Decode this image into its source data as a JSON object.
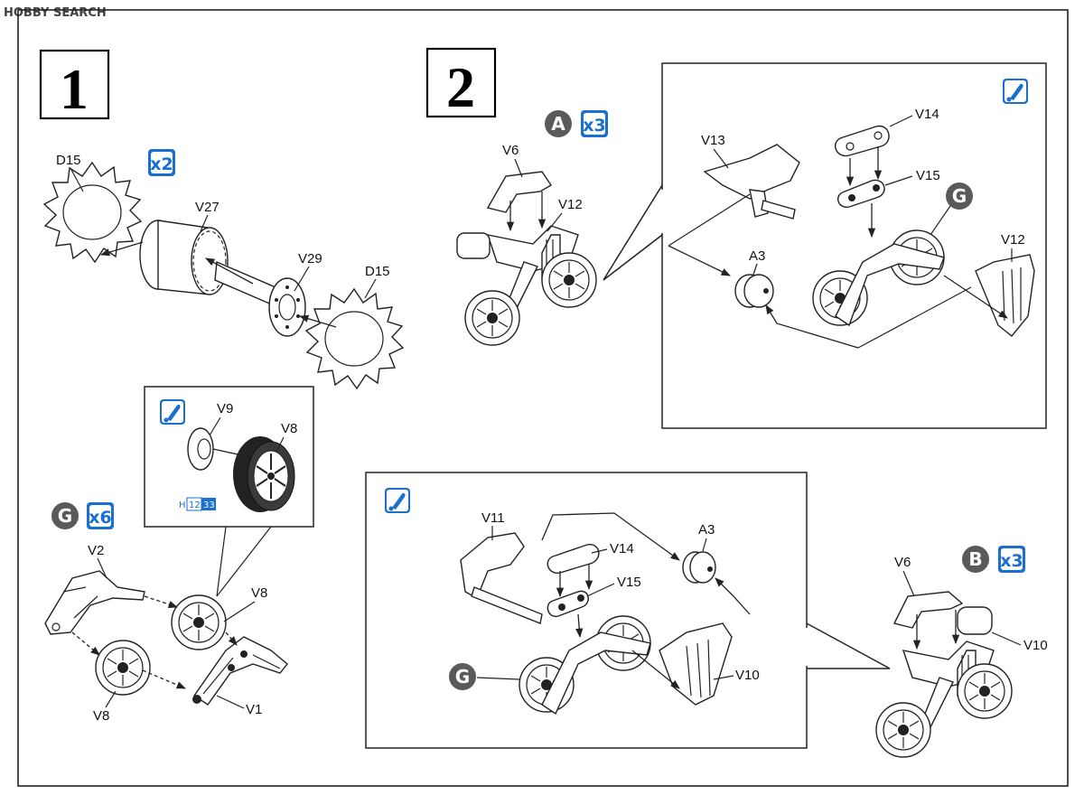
{
  "watermark": "HOBBY SEARCH",
  "colors": {
    "accent": "#1a6fd1",
    "marker": "#5a5a5a",
    "ink": "#222222"
  },
  "step1": {
    "number": "1",
    "sprocket_multiplier": "x2",
    "labels": {
      "d15_a": "D15",
      "v27": "V27",
      "v29": "V29",
      "d15_b": "D15"
    },
    "detail": {
      "icon": "paint-icon",
      "labels": {
        "v9": "V9",
        "v8": "V8"
      },
      "paint": {
        "prefix": "H",
        "code_a": "12",
        "code_b": "33"
      }
    },
    "marker_g": "G",
    "g_multiplier": "x6",
    "labels_g": {
      "v2": "V2",
      "v8_a": "V8",
      "v8_b": "V8",
      "v1": "V1"
    }
  },
  "step2": {
    "number": "2",
    "marker_a": "A",
    "a_multiplier": "x3",
    "labels_a": {
      "v6": "V6",
      "v12": "V12"
    },
    "detail_a": {
      "icon": "paint-icon",
      "labels": {
        "v13": "V13",
        "v14": "V14",
        "v15": "V15",
        "g": "G",
        "v12": "V12",
        "a3": "A3"
      }
    },
    "detail_b": {
      "icon": "paint-icon",
      "labels": {
        "v11": "V11",
        "v14": "V14",
        "a3": "A3",
        "v15": "V15",
        "g": "G",
        "v10": "V10"
      }
    },
    "marker_b": "B",
    "b_multiplier": "x3",
    "labels_b": {
      "v6": "V6",
      "v10": "V10"
    }
  }
}
